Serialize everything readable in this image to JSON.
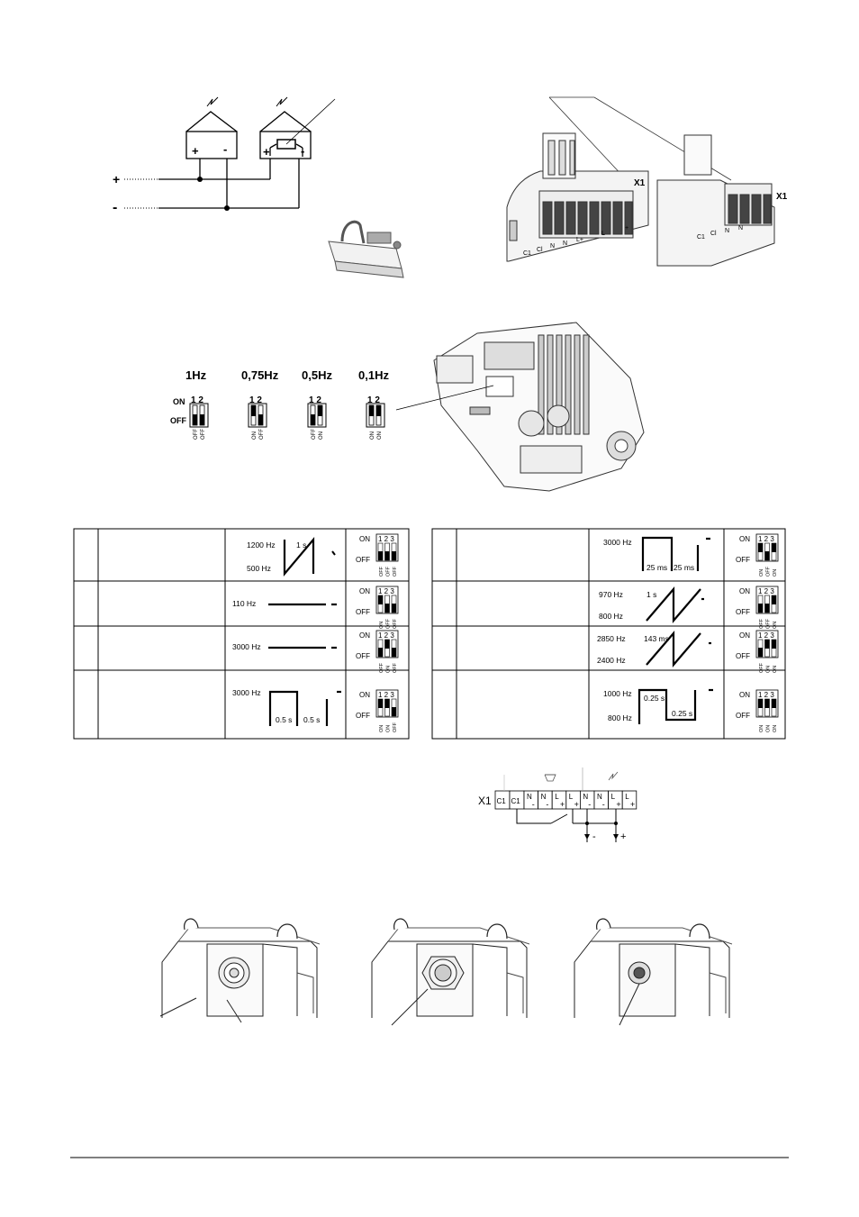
{
  "wiring": {
    "plus_sign": "+",
    "minus_sign": "-",
    "device_plus": "+",
    "device_minus": "-",
    "x1_label": "X1"
  },
  "terminal_photo_labels": {
    "left": [
      "C1",
      "Cl",
      "N",
      "N",
      "L+",
      "L",
      "+"
    ],
    "right_x1": "X1",
    "right": [
      "C1",
      "Cl",
      "N",
      "N"
    ]
  },
  "flash_freq": {
    "options": [
      {
        "label": "1Hz",
        "switch": [
          "OFF",
          "OFF"
        ]
      },
      {
        "label": "0,75Hz",
        "switch": [
          "ON",
          "OFF"
        ]
      },
      {
        "label": "0,5Hz",
        "switch": [
          "OFF",
          "ON"
        ]
      },
      {
        "label": "0,1Hz",
        "switch": [
          "ON",
          "ON"
        ]
      }
    ],
    "on": "ON",
    "off": "OFF",
    "nums": "1 2"
  },
  "tone_table": {
    "on": "ON",
    "off": "OFF",
    "nums": "1 2 3",
    "rows": [
      {
        "side": "left",
        "top_label": "1200 Hz",
        "bottom_label": "500 Hz",
        "time1": "1 s",
        "time2": "",
        "switch": [
          "OFF",
          "OFF",
          "OFF"
        ]
      },
      {
        "side": "left",
        "top_label": "110 Hz",
        "bottom_label": "",
        "time1": "",
        "time2": "",
        "switch": [
          "ON",
          "OFF",
          "OFF"
        ]
      },
      {
        "side": "left",
        "top_label": "3000 Hz",
        "bottom_label": "",
        "time1": "",
        "time2": "",
        "switch": [
          "OFF",
          "ON",
          "OFF"
        ]
      },
      {
        "side": "left",
        "top_label": "3000 Hz",
        "bottom_label": "",
        "time1": "0.5 s",
        "time2": "0.5 s",
        "switch": [
          "ON",
          "ON",
          "OFF"
        ]
      },
      {
        "side": "right",
        "top_label": "3000 Hz",
        "bottom_label": "",
        "time1": "25 ms",
        "time2": "25 ms",
        "switch": [
          "ON",
          "OFF",
          "ON"
        ]
      },
      {
        "side": "right",
        "top_label": "970 Hz",
        "bottom_label": "800 Hz",
        "time1": "1 s",
        "time2": "",
        "switch": [
          "OFF",
          "OFF",
          "ON"
        ]
      },
      {
        "side": "right",
        "top_label": "2850 Hz",
        "bottom_label": "2400 Hz",
        "time1": "143 ms",
        "time2": "",
        "switch": [
          "OFF",
          "ON",
          "ON"
        ]
      },
      {
        "side": "right",
        "top_label": "1000 Hz",
        "bottom_label": "800 Hz",
        "time1": "0.25 s",
        "time2": "0.25 s",
        "switch": [
          "ON",
          "ON",
          "ON"
        ]
      }
    ]
  },
  "x1_strip": {
    "label": "X1",
    "terminals": [
      {
        "top": "C1",
        "bot": ""
      },
      {
        "top": "C1",
        "bot": ""
      },
      {
        "top": "N",
        "bot": "-"
      },
      {
        "top": "N",
        "bot": "-"
      },
      {
        "top": "L",
        "bot": "+"
      },
      {
        "top": "L",
        "bot": "+"
      },
      {
        "top": "N",
        "bot": "-"
      },
      {
        "top": "N",
        "bot": "-"
      },
      {
        "top": "L",
        "bot": "+"
      },
      {
        "top": "L",
        "bot": "+"
      }
    ],
    "minus": "-",
    "plus": "+"
  }
}
